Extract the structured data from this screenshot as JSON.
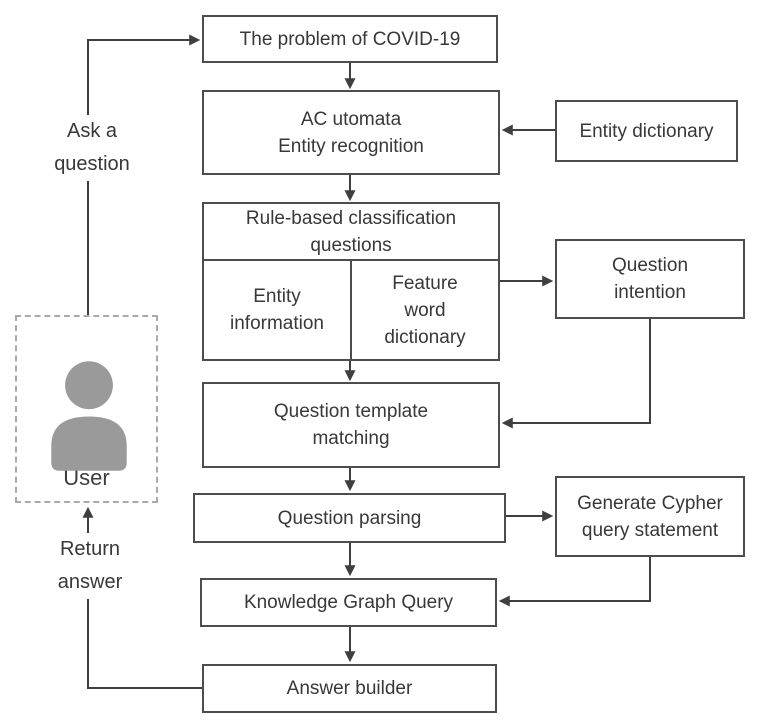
{
  "diagram": {
    "type": "flowchart",
    "nodes": {
      "problem": "The problem of COVID-19",
      "ac_automata": "AC utomata\nEntity recognition",
      "rule_based": "Rule-based classification\nquestions",
      "entity_information": "Entity\ninformation",
      "feature_word": "Feature\nword\ndictionary",
      "question_template": "Question template\nmatching",
      "question_parsing": "Question parsing",
      "knowledge_graph": "Knowledge Graph Query",
      "answer_builder": "Answer builder",
      "entity_dictionary": "Entity dictionary",
      "question_intention": "Question\nintention",
      "generate_cypher": "Generate Cypher\nquery statement",
      "user": "User"
    },
    "edge_labels": {
      "ask_question": "Ask a\nquestion",
      "return_answer": "Return\nanswer"
    },
    "edges": [
      "user -> problem (Ask a question)",
      "problem -> ac_automata",
      "entity_dictionary -> ac_automata",
      "ac_automata -> rule_based",
      "rule_based -> question_intention",
      "rule_based -> question_template",
      "question_intention -> question_template",
      "question_template -> question_parsing",
      "question_parsing -> generate_cypher",
      "question_parsing -> knowledge_graph",
      "generate_cypher -> knowledge_graph",
      "knowledge_graph -> answer_builder",
      "answer_builder -> user (Return answer)"
    ],
    "colors": {
      "background": "#ffffff",
      "box_border": "#4d4d4d",
      "line": "#3f3f3f",
      "text": "#383838",
      "user_icon": "#9a9a9a",
      "dashed_border": "#a9a9a9"
    }
  }
}
